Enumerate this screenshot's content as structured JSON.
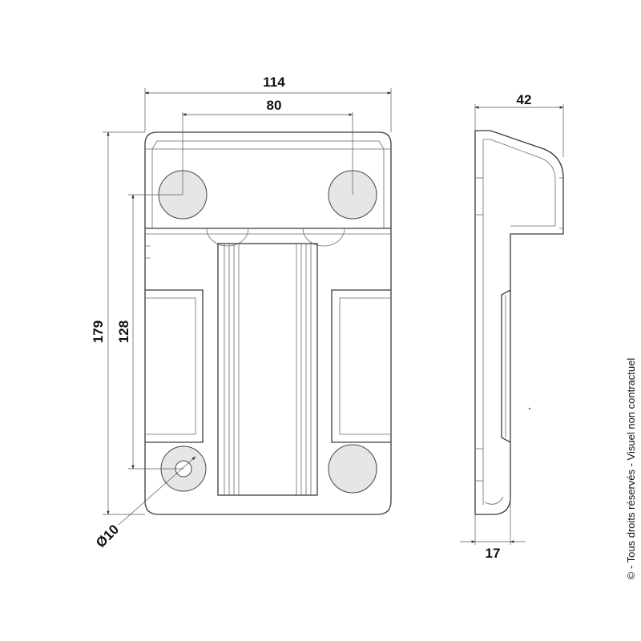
{
  "dimensions": {
    "overall_width": "114",
    "hole_spacing_horizontal": "80",
    "depth": "42",
    "overall_height": "179",
    "hole_spacing_vertical": "128",
    "hole_diameter": "Ø10",
    "thickness": "17"
  },
  "copyright": "© - Tous droits réservés - Visuel non contractuel"
}
